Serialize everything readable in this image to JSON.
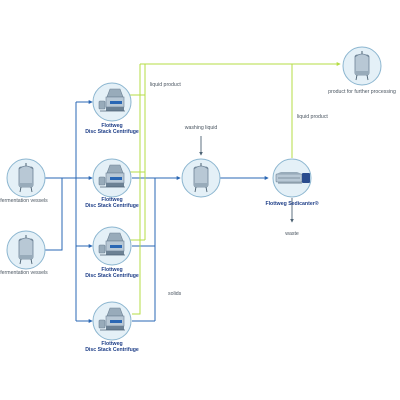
{
  "colors": {
    "main_flow": "#2a67b4",
    "liquid_flow": "#b6dd46",
    "circle_fill": "#e4f0f7",
    "circle_stroke": "#8cb6d0",
    "equipment": "#98abba",
    "equipment_dark": "#4d6273",
    "brand_text": "#1f3f88",
    "label_text": "#4a5560"
  },
  "labels": {
    "fermentation_vessel_1": "fermentation vessels",
    "fermentation_vessel_2": "fermentation vessels",
    "centrifuge_brand": "Flottweg",
    "centrifuge_type": "Disc Stack Centrifuge",
    "liquid_product_top": "liquid product",
    "washing_liquid": "washing liquid",
    "sedicanter": "Flottweg Sedicanter®",
    "liquid_product_right": "liquid product",
    "product_further": "product for further processing",
    "solids": "solids",
    "waste": "waste"
  },
  "icons": {
    "fermentation_vessel": "tank-icon",
    "centrifuge": "disc-stack-centrifuge-icon",
    "wash_tank": "wash-tank-icon",
    "sedicanter": "sedicanter-icon",
    "product_tank": "product-tank-icon"
  }
}
